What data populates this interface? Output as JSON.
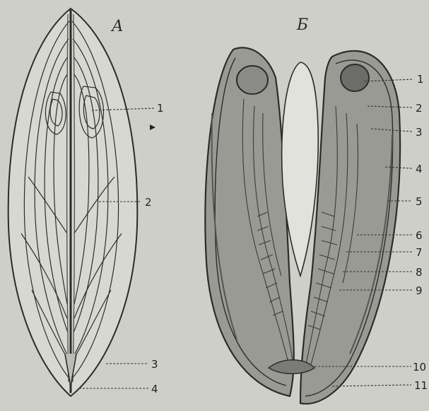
{
  "panels": {
    "a": {
      "title": "А",
      "labels": [
        "1",
        "2",
        "3",
        "4"
      ]
    },
    "b": {
      "title": "Б",
      "labels": [
        "1",
        "2",
        "3",
        "4",
        "5",
        "6",
        "7",
        "8",
        "9",
        "10",
        "11"
      ]
    }
  },
  "colors": {
    "background": "#cfcfca",
    "ink": "#2b2b2b",
    "tissue": "#8d8d88",
    "light_tissue": "#e2e2dc"
  }
}
